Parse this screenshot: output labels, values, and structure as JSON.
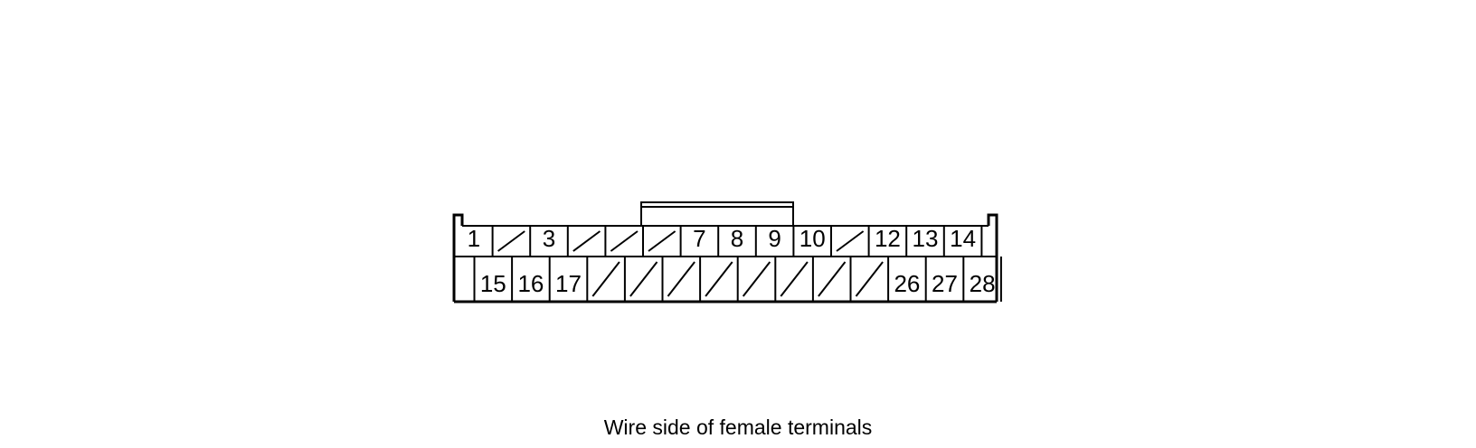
{
  "connector": {
    "top_row": [
      {
        "label": "1"
      },
      {
        "label": ""
      },
      {
        "label": "3"
      },
      {
        "label": ""
      },
      {
        "label": ""
      },
      {
        "label": ""
      },
      {
        "label": "7"
      },
      {
        "label": "8"
      },
      {
        "label": "9"
      },
      {
        "label": "10"
      },
      {
        "label": ""
      },
      {
        "label": "12"
      },
      {
        "label": "13"
      },
      {
        "label": "14"
      }
    ],
    "bottom_row": [
      {
        "label": "15"
      },
      {
        "label": "16"
      },
      {
        "label": "17"
      },
      {
        "label": ""
      },
      {
        "label": ""
      },
      {
        "label": ""
      },
      {
        "label": ""
      },
      {
        "label": ""
      },
      {
        "label": ""
      },
      {
        "label": ""
      },
      {
        "label": ""
      },
      {
        "label": "26"
      },
      {
        "label": "27"
      },
      {
        "label": "28"
      }
    ]
  },
  "caption": "Wire side of female terminals"
}
